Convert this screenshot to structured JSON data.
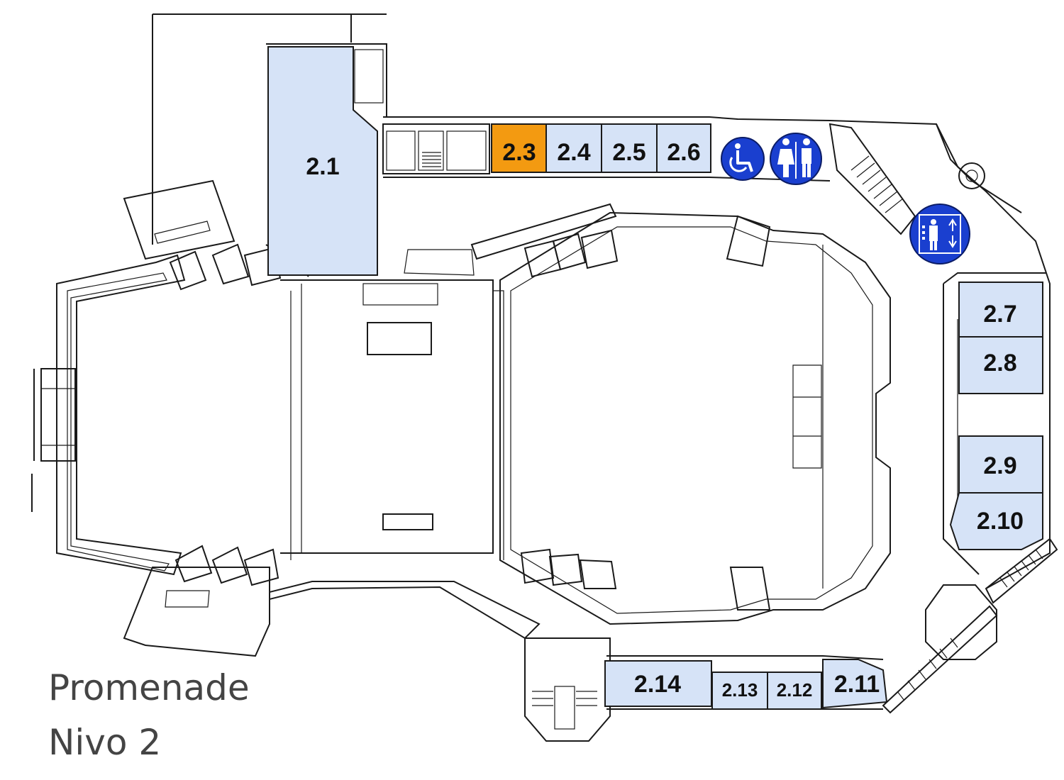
{
  "title": {
    "line1": "Promenade",
    "line2": "Nivo 2"
  },
  "colors": {
    "room_fill": "#d6e3f7",
    "highlight_fill": "#f39a11",
    "icon_blue": "#1a3fcf",
    "wall": "#1a1a1a",
    "title_text": "#444444"
  },
  "rooms": [
    {
      "id": "2.1",
      "label": "2.1",
      "highlighted": false
    },
    {
      "id": "2.3",
      "label": "2.3",
      "highlighted": true
    },
    {
      "id": "2.4",
      "label": "2.4",
      "highlighted": false
    },
    {
      "id": "2.5",
      "label": "2.5",
      "highlighted": false
    },
    {
      "id": "2.6",
      "label": "2.6",
      "highlighted": false
    },
    {
      "id": "2.7",
      "label": "2.7",
      "highlighted": false
    },
    {
      "id": "2.8",
      "label": "2.8",
      "highlighted": false
    },
    {
      "id": "2.9",
      "label": "2.9",
      "highlighted": false
    },
    {
      "id": "2.10",
      "label": "2.10",
      "highlighted": false
    },
    {
      "id": "2.11",
      "label": "2.11",
      "highlighted": false
    },
    {
      "id": "2.12",
      "label": "2.12",
      "highlighted": false
    },
    {
      "id": "2.13",
      "label": "2.13",
      "highlighted": false
    },
    {
      "id": "2.14",
      "label": "2.14",
      "highlighted": false
    }
  ],
  "icons": [
    {
      "name": "wheelchair-icon"
    },
    {
      "name": "restroom-icon"
    },
    {
      "name": "elevator-icon"
    }
  ]
}
